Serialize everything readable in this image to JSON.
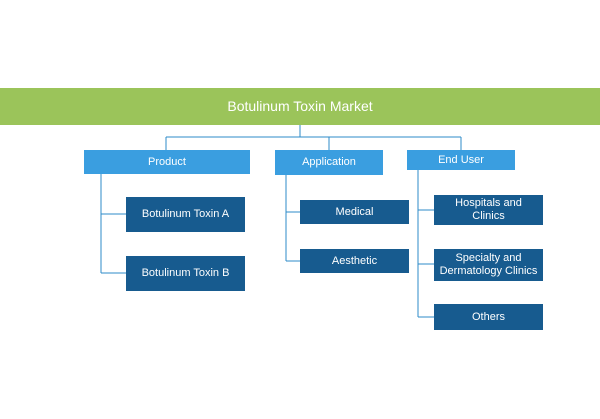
{
  "title": "Botulinum Toxin Market",
  "categories": [
    {
      "label": "Product",
      "items": [
        "Botulinum Toxin A",
        "Botulinum Toxin B"
      ]
    },
    {
      "label": "Application",
      "items": [
        "Medical",
        "Aesthetic"
      ]
    },
    {
      "label": "End User",
      "items": [
        "Hospitals and Clinics",
        "Specialty and Dermatology Clinics",
        "Others"
      ]
    }
  ],
  "colors": {
    "root": "#9bc45a",
    "category": "#3a9ee0",
    "leaf": "#175b8f",
    "connector": "#2e8bc8"
  }
}
